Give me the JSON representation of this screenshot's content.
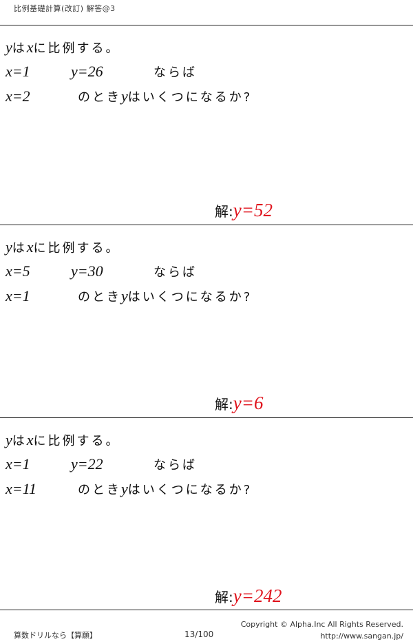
{
  "header": {
    "title": "比例基礎計算(改訂) 解答@3"
  },
  "problems": [
    {
      "line1_var": "y",
      "line1_text_a": "は",
      "line1_var2": "x",
      "line1_text_b": "に比例する。",
      "x_label": "x=1",
      "y_label": "y=26",
      "given_text": "ならば",
      "x2_label": "x=2",
      "question_text_a": "のとき",
      "question_var": "y",
      "question_text_b": "はいくつになるか?",
      "answer_label": "解:",
      "answer_value": "y=52"
    },
    {
      "line1_var": "y",
      "line1_text_a": "は",
      "line1_var2": "x",
      "line1_text_b": "に比例する。",
      "x_label": "x=5",
      "y_label": "y=30",
      "given_text": "ならば",
      "x2_label": "x=1",
      "question_text_a": "のとき",
      "question_var": "y",
      "question_text_b": "はいくつになるか?",
      "answer_label": "解:",
      "answer_value": "y=6"
    },
    {
      "line1_var": "y",
      "line1_text_a": "は",
      "line1_var2": "x",
      "line1_text_b": "に比例する。",
      "x_label": "x=1",
      "y_label": "y=22",
      "given_text": "ならば",
      "x2_label": "x=11",
      "question_text_a": "のとき",
      "question_var": "y",
      "question_text_b": "はいくつになるか?",
      "answer_label": "解:",
      "answer_value": "y=242"
    }
  ],
  "footer": {
    "left": "算数ドリルなら【算願】",
    "page": "13/100",
    "copyright": "Copyright © Alpha.Inc All Rights Reserved.",
    "url": "http://www.sangan.jp/"
  },
  "colors": {
    "answer": "#e0141e",
    "text": "#111111",
    "rule": "#222222"
  }
}
